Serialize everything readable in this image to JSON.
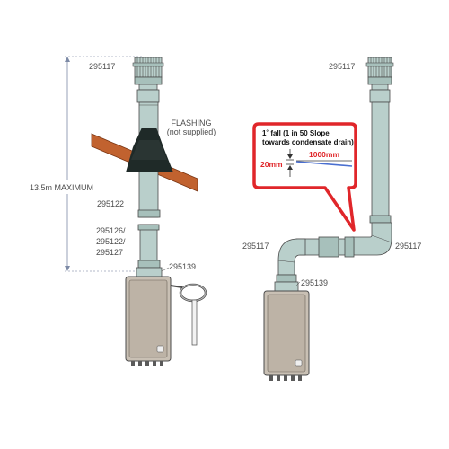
{
  "labels": {
    "left_terminal_part": "295117",
    "flashing_title": "FLASHING",
    "flashing_note": "(not supplied)",
    "max_height": "13.5m MAXIMUM",
    "left_flue_part": "295122",
    "extension_part_1": "295126/",
    "extension_part_2": "295122/",
    "extension_part_3": "295127",
    "left_adaptor_part": "295139",
    "right_terminal_part": "295117",
    "right_elbow_left_part": "295117",
    "right_elbow_right_part": "295117",
    "right_adaptor_part": "295139"
  },
  "callout": {
    "line1": "1˚ fall  (1 in 50 Slope",
    "line2": "towards condensate drain)",
    "fall_label": "20mm",
    "length_label": "1000mm"
  },
  "colors": {
    "pipe_fill": "#b9cfcb",
    "pipe_dark": "#8ea8a3",
    "outline": "#4b4b4b",
    "roof": "#c1622f",
    "flashing": "#1f2a28",
    "heater_body": "#c9c0b4",
    "callout_border": "#e0262a",
    "dimension_line": "#7d8aa6"
  }
}
